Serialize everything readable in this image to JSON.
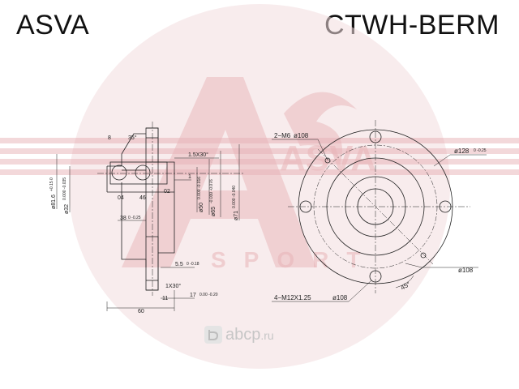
{
  "header": {
    "brand": "ASVA",
    "part_number": "CTWH-BERM"
  },
  "watermark": {
    "brand_text": "ASVA",
    "sub_text": "SPORT",
    "color": "#e8b4b8"
  },
  "footer": {
    "site": "abcp.ru",
    "site_prefix": "ab",
    "site_suffix": "cp",
    "site_tld": ".ru"
  },
  "side_view": {
    "angle_top": "35°",
    "chamfer_top": "1.5X30°",
    "label_8": "8",
    "label_1": "1",
    "bearing_04": "04",
    "bearing_46": "46",
    "bearing_02": "02",
    "dia_81_6": "ø81.6",
    "dia_81_6_tol": "+0.15 0",
    "dia_32": "ø32",
    "dia_32_tol": "0.000 -0.035",
    "dia_50": "ø50",
    "dia_50_tol": "0.000 -0.016",
    "dia_65": "ø65",
    "dia_65_tol": "-0.030 -0.076",
    "dia_71": "ø71",
    "dia_71_tol": "0.000 -0.040",
    "dim_38": "38",
    "dim_38_tol": "0 -0.25",
    "dim_5_5": "5.5",
    "dim_5_5_tol": "0 -0.18",
    "chamfer_bottom": "1X30°",
    "dim_17": "17",
    "dim_17_tol": "0.00 -0.20",
    "dim_11": "11",
    "dim_60": "60"
  },
  "front_view": {
    "callout_m6": "2−M6",
    "callout_m6_pcd": "ø108",
    "callout_128": "ø128",
    "callout_128_tol": "0 -0.25",
    "callout_108": "ø108",
    "callout_m12": "4−M12X1.25",
    "callout_m12_pcd": "ø108",
    "angle": "45°"
  }
}
